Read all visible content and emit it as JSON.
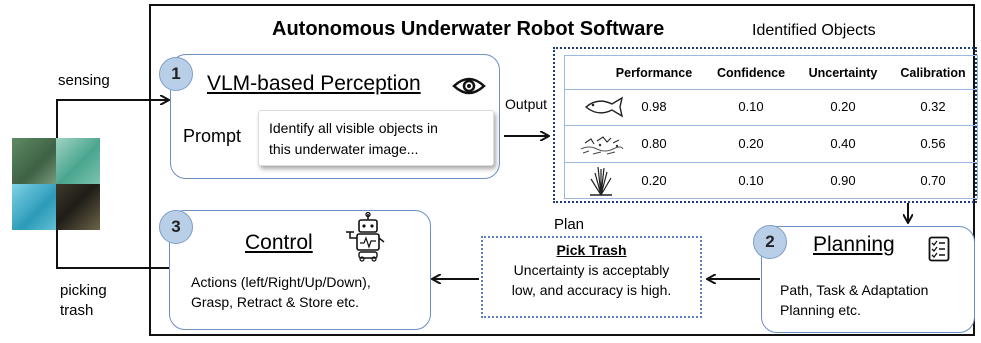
{
  "title": "Autonomous Underwater Robot Software",
  "identified_objects_label": "Identified Objects",
  "sensing_label": "sensing",
  "picking_label": [
    "picking",
    "trash"
  ],
  "output_label": "Output",
  "plan_label": "Plan",
  "perception": {
    "number": "1",
    "heading": "VLM-based Perception",
    "icon": "eye-icon",
    "prompt_label": "Prompt",
    "prompt_text": [
      "Identify all visible objects in",
      "this underwater image..."
    ]
  },
  "table": {
    "headers": [
      "Performance",
      "Confidence",
      "Uncertainty",
      "Calibration"
    ],
    "rows": [
      {
        "icon": "fish-icon",
        "values": [
          "0.98",
          "0.10",
          "0.20",
          "0.32"
        ]
      },
      {
        "icon": "trash-debris-icon",
        "values": [
          "0.80",
          "0.20",
          "0.40",
          "0.56"
        ]
      },
      {
        "icon": "seagrass-icon",
        "values": [
          "0.20",
          "0.10",
          "0.90",
          "0.70"
        ]
      }
    ]
  },
  "planning": {
    "number": "2",
    "heading": "Planning",
    "icon": "checklist-icon",
    "lines": [
      "Path, Task & Adaptation",
      "Planning etc."
    ]
  },
  "plan_box": {
    "heading": "Pick Trash",
    "lines": [
      "Uncertainty is acceptably",
      "low, and accuracy is high."
    ]
  },
  "control": {
    "number": "3",
    "heading": "Control",
    "icon": "robot-icon",
    "lines": [
      "Actions (left/Right/Up/Down),",
      "Grasp, Retract & Store etc."
    ]
  },
  "colors": {
    "box_border": "#6c8fc4",
    "circle_fill": "#b9cfe8",
    "table_frame": "#1f3a78"
  }
}
